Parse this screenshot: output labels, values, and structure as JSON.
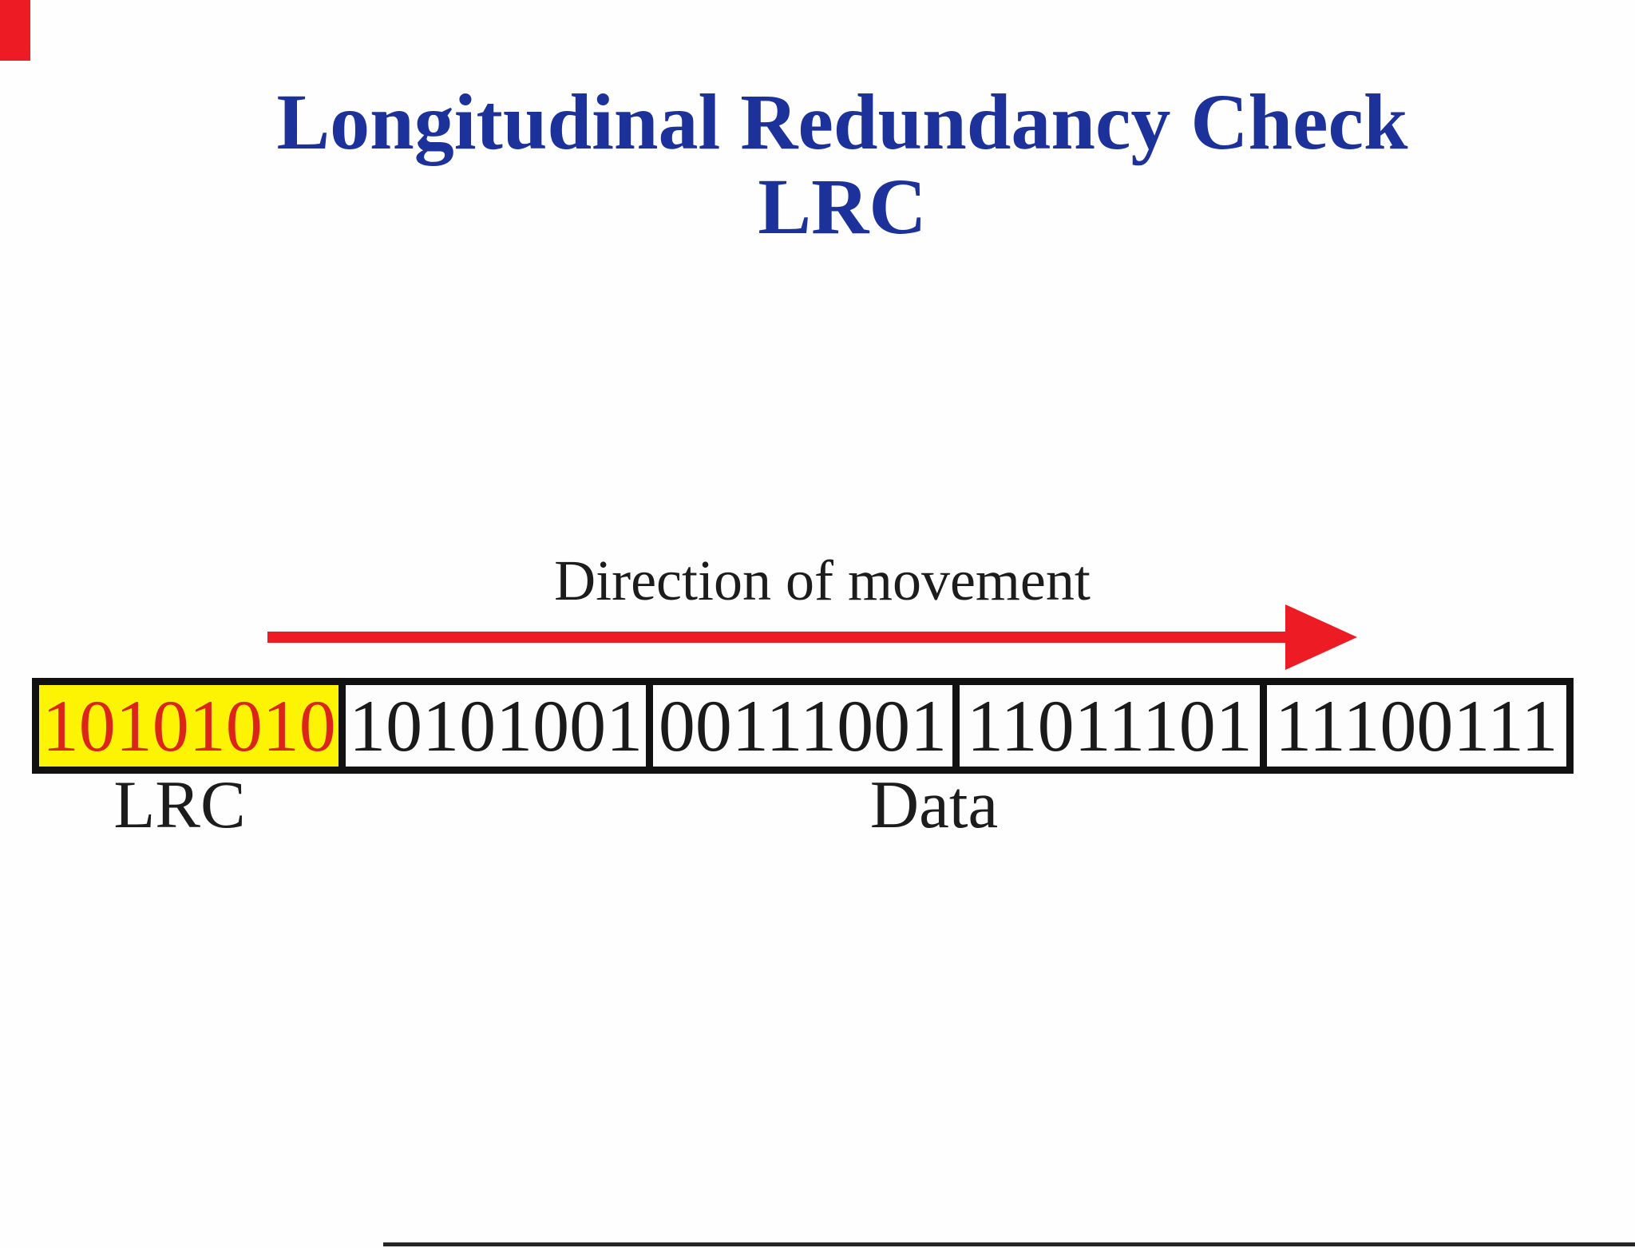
{
  "slide": {
    "title_line1": "Longitudinal Redundancy Check",
    "title_line2": "LRC",
    "direction_label": "Direction of movement",
    "frame": {
      "lrc_cell": {
        "value": "10101010"
      },
      "data_cells": [
        "10101001",
        "00111001",
        "11011101",
        "11100111"
      ]
    },
    "labels": {
      "lrc": "LRC",
      "data": "Data"
    }
  },
  "colors": {
    "title_blue": "#1c319a",
    "arrow_red": "#ed1c24",
    "lrc_text_red": "#dc2418",
    "lrc_cell_yellow": "#fcf402",
    "cell_text_black": "#1a1a1a",
    "border_black": "#111111"
  }
}
